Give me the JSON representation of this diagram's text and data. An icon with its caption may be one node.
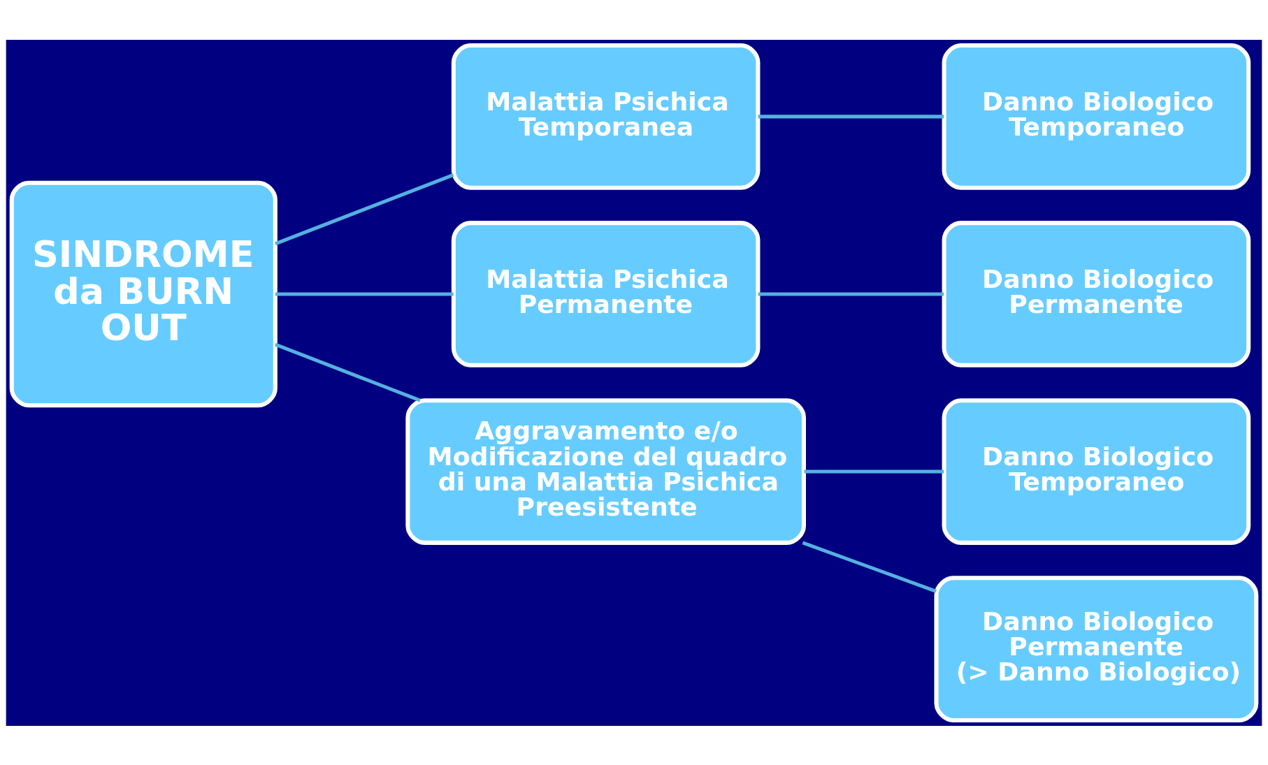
{
  "diagram": {
    "nodes": [
      {
        "text": [
          "SINDROME da BURN OUT"
        ]
      },
      {
        "text": [
          "Malattia Psichica Temporanea"
        ]
      },
      {
        "text": [
          "Malattia Psichica Permanente"
        ]
      },
      {
        "text": [
          "Aggravamento e/o Modificazione del quadro di una Malattia Psichica Preesistente"
        ]
      },
      {
        "text": [
          "Danno Biologico Temporaneo"
        ]
      },
      {
        "text": [
          "Danno Biologico Permanente"
        ]
      },
      {
        "text": [
          "Danno Biologico Temporaneo"
        ]
      },
      {
        "text": [
          "Danno Biologico Permanente",
          "(> Danno Biologico)"
        ]
      }
    ],
    "edges": [
      {
        "from": 0,
        "to": 1,
        "arrow": "none"
      },
      {
        "from": 0,
        "to": 2,
        "arrow": "none"
      },
      {
        "from": 0,
        "to": 3,
        "arrow": "none"
      },
      {
        "from": 1,
        "to": 4,
        "arrow": "none"
      },
      {
        "from": 2,
        "to": 5,
        "arrow": "none"
      },
      {
        "from": 3,
        "to": 6,
        "arrow": "none"
      },
      {
        "from": 3,
        "to": 7,
        "arrow": "none"
      }
    ]
  }
}
